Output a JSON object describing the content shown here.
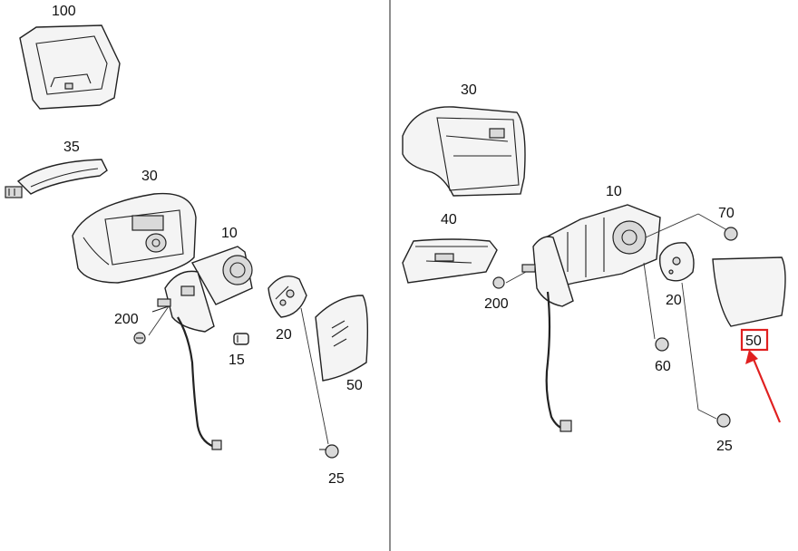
{
  "left_panel": {
    "labels": {
      "p100": "100",
      "p35": "35",
      "p30": "30",
      "p10": "10",
      "p200": "200",
      "p15": "15",
      "p20": "20",
      "p50": "50",
      "p25": "25"
    }
  },
  "right_panel": {
    "labels": {
      "p30": "30",
      "p10": "10",
      "p40": "40",
      "p70": "70",
      "p200": "200",
      "p20": "20",
      "p60": "60",
      "p50": "50",
      "p25": "25"
    }
  },
  "colors": {
    "highlight": "#e02020",
    "line": "#222222"
  },
  "icons": {
    "highlight_arrow": "arrow-up-left-icon"
  }
}
